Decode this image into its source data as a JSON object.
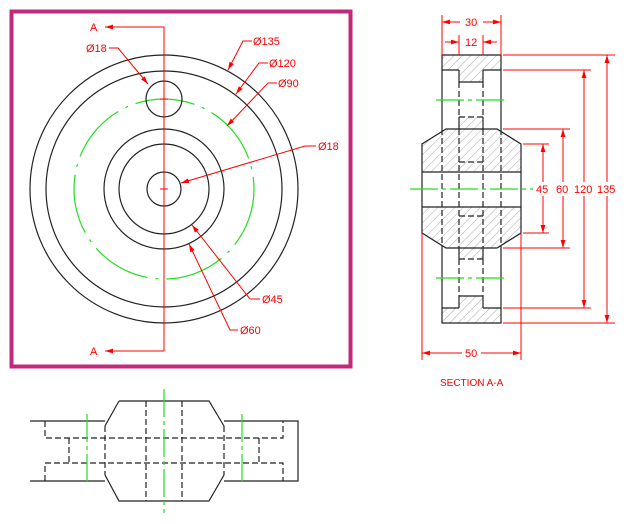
{
  "colors": {
    "frame": "#c2297a",
    "dimension": "#ff0000",
    "centerline": "#22dd22",
    "outline": "#222222"
  },
  "front_view": {
    "section_label_top": "A",
    "section_label_bottom": "A",
    "callouts": {
      "hole_top": "Ø18",
      "outer": "Ø135",
      "rim_inner": "Ø120",
      "pitch": "Ø90",
      "bore": "Ø18",
      "hub_inner": "Ø45",
      "hub_outer": "Ø60"
    }
  },
  "section_view": {
    "title": "SECTION A-A",
    "dims": {
      "rim_width": "30",
      "web_width": "12",
      "hub_width": "50",
      "d45": "45",
      "d60": "60",
      "d120": "120",
      "d135": "135"
    }
  }
}
